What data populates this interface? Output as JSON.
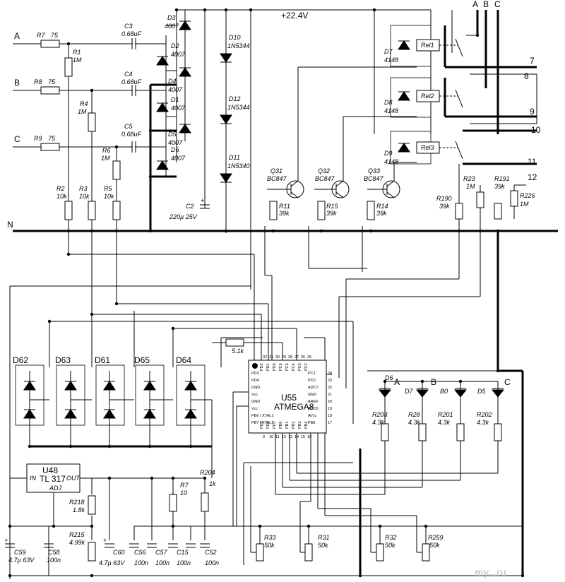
{
  "supply_label": "+22.4V",
  "net_labels": {
    "A": "A",
    "B": "B",
    "C": "C",
    "N": "N"
  },
  "out_labels": {
    "A": "A",
    "B": "B",
    "C": "C"
  },
  "terminals": {
    "t7": "7",
    "t8": "8",
    "t9": "9",
    "t10": "10",
    "t11": "11",
    "t12": "12"
  },
  "resistors": {
    "R7": {
      "name": "R7",
      "value": "75"
    },
    "R8": {
      "name": "R8",
      "value": "75"
    },
    "R9": {
      "name": "R9",
      "value": "75"
    },
    "R1": {
      "name": "R1",
      "value": "1M"
    },
    "R4": {
      "name": "R4",
      "value": "1M"
    },
    "R6": {
      "name": "R6",
      "value": "1M"
    },
    "R2": {
      "name": "R2",
      "value": "10k"
    },
    "R3": {
      "name": "R3",
      "value": "10k"
    },
    "R5": {
      "name": "R5",
      "value": "10k"
    },
    "R11": {
      "name": "R11",
      "value": "39k"
    },
    "R15": {
      "name": "R15",
      "value": "39k"
    },
    "R14": {
      "name": "R14",
      "value": "39k"
    },
    "R190": {
      "name": "R190",
      "value": "39k"
    },
    "R23": {
      "name": "R23",
      "value": "1M"
    },
    "R191": {
      "name": "R191",
      "value": "39k"
    },
    "R226": {
      "name": "R226",
      "value": "1M"
    },
    "R203": {
      "name": "R203",
      "value": "4.3k"
    },
    "R28": {
      "name": "R28",
      "value": "4.3k"
    },
    "R201": {
      "name": "R201",
      "value": "4.3k"
    },
    "R202": {
      "name": "R202",
      "value": "4.3k"
    },
    "R204": {
      "name": "R204",
      "value": "1k"
    },
    "R7b": {
      "name": "R7",
      "value": "10"
    },
    "R218": {
      "name": "R218",
      "value": "1.8k"
    },
    "R215": {
      "name": "R215",
      "value": "4.99k"
    },
    "R33": {
      "name": "R33",
      "value": "50k"
    },
    "R31": {
      "name": "R31",
      "value": "50k"
    },
    "R32": {
      "name": "R32",
      "value": "50k"
    },
    "R259": {
      "name": "R259",
      "value": "50k"
    },
    "R51": {
      "value": "5.1k"
    }
  },
  "capacitors": {
    "C3": {
      "name": "C3",
      "value": "0.68uF"
    },
    "C4": {
      "name": "C4",
      "value": "0.68uF"
    },
    "C5": {
      "name": "C5",
      "value": "0.68uF"
    },
    "C2": {
      "name": "C2",
      "value": "220µ 25V"
    },
    "C59": {
      "name": "C59",
      "value": "4.7µ 63V"
    },
    "C58": {
      "name": "C58",
      "value": "100n"
    },
    "C60": {
      "name": "C60",
      "value": "4.7µ 63V"
    },
    "C56": {
      "name": "C56",
      "value": "100n"
    },
    "C57": {
      "name": "C57",
      "value": "100n"
    },
    "C15": {
      "name": "C15",
      "value": "100n"
    },
    "C52": {
      "name": "C52",
      "value": "100n"
    }
  },
  "diodes": {
    "D3": {
      "name": "D3",
      "value": "4007"
    },
    "D2": {
      "name": "D2",
      "value": "4007"
    },
    "D4": {
      "name": "D4",
      "value": "4007"
    },
    "D1": {
      "name": "D1",
      "value": "4007"
    },
    "D5": {
      "name": "D5",
      "value": "4007"
    },
    "D6": {
      "name": "D6",
      "value": "4007"
    },
    "D10": {
      "name": "D10",
      "value": "1N5344"
    },
    "D12": {
      "name": "D12",
      "value": "1N5344"
    },
    "D11": {
      "name": "D11",
      "value": "1N5340"
    },
    "D7": {
      "name": "D7",
      "value": "4148"
    },
    "D8": {
      "name": "D8",
      "value": "4148"
    },
    "D9": {
      "name": "D9",
      "value": "4148"
    }
  },
  "transistors": {
    "Q31": {
      "name": "Q31",
      "value": "BC847"
    },
    "Q32": {
      "name": "Q32",
      "value": "BC847"
    },
    "Q33": {
      "name": "Q33",
      "value": "BC847"
    }
  },
  "relays": {
    "Rel1": "Rel1",
    "Rel2": "Rel2",
    "Rel3": "Rel3"
  },
  "diode_arrays": {
    "D62": "D62",
    "D63": "D63",
    "D61": "D61",
    "D65": "D65",
    "D64": "D64"
  },
  "leds": {
    "D6": {
      "name": "D6",
      "label": "A"
    },
    "D7": {
      "name": "D7",
      "label": "B"
    },
    "B0": {
      "name": "B0",
      "label": ""
    },
    "D5": {
      "name": "D5",
      "label": "C"
    }
  },
  "regulator": {
    "name": "U48",
    "part": "TL 317",
    "in": "IN",
    "out": "OUT",
    "adj": "ADJ"
  },
  "mcu": {
    "name": "U55",
    "part": "ATMEGA8",
    "pins_left": [
      "PD3",
      "PD4",
      "GND",
      "Vcc",
      "GND",
      "Vcc",
      "PB6 / XTAL1",
      "PB7 / XTAL2"
    ],
    "pins_right": [
      "PC1",
      "PC0",
      "ADC7",
      "GND",
      "AREF",
      "ADC6",
      "AVcc",
      "PB5"
    ],
    "pins_top": [
      "PD2",
      "PD1",
      "PD0",
      "PC6",
      "PC5",
      "PC4",
      "PC3",
      "PC2"
    ],
    "pins_bottom": [
      "PD5",
      "PD6",
      "PD7",
      "PB0",
      "PB1",
      "PB2",
      "PB3",
      "PB4"
    ],
    "num_top": [
      "32",
      "31",
      "30",
      "29",
      "28",
      "27",
      "26",
      "25"
    ],
    "num_right": [
      "24",
      "23",
      "22",
      "21",
      "20",
      "19",
      "18",
      "17"
    ],
    "num_bottom": [
      "9",
      "10",
      "11",
      "12",
      "13",
      "14",
      "15",
      "16"
    ]
  },
  "watermark": "my...ru"
}
